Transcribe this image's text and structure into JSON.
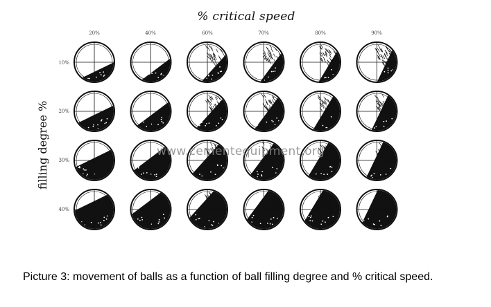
{
  "figure": {
    "top_title": "% critical speed",
    "side_title": "filling degree %",
    "columns": [
      "20%",
      "40%",
      "60%",
      "70%",
      "80%",
      "90%"
    ],
    "rows": [
      "10%",
      "20%",
      "30%",
      "40%"
    ],
    "watermark": "www.cementequipment.org",
    "matrix": [
      [
        {
          "fill": 0.1,
          "speed": 0.2
        },
        {
          "fill": 0.1,
          "speed": 0.4
        },
        {
          "fill": 0.1,
          "speed": 0.6
        },
        {
          "fill": 0.1,
          "speed": 0.7
        },
        {
          "fill": 0.1,
          "speed": 0.8
        },
        {
          "fill": 0.1,
          "speed": 0.9
        }
      ],
      [
        {
          "fill": 0.2,
          "speed": 0.2
        },
        {
          "fill": 0.2,
          "speed": 0.4
        },
        {
          "fill": 0.2,
          "speed": 0.6
        },
        {
          "fill": 0.2,
          "speed": 0.7
        },
        {
          "fill": 0.2,
          "speed": 0.8
        },
        {
          "fill": 0.2,
          "speed": 0.9
        }
      ],
      [
        {
          "fill": 0.3,
          "speed": 0.2
        },
        {
          "fill": 0.3,
          "speed": 0.4
        },
        {
          "fill": 0.3,
          "speed": 0.6
        },
        {
          "fill": 0.3,
          "speed": 0.7
        },
        {
          "fill": 0.3,
          "speed": 0.8
        },
        {
          "fill": 0.3,
          "speed": 0.9
        }
      ],
      [
        {
          "fill": 0.4,
          "speed": 0.2
        },
        {
          "fill": 0.4,
          "speed": 0.4
        },
        {
          "fill": 0.4,
          "speed": 0.6
        },
        {
          "fill": 0.4,
          "speed": 0.7
        },
        {
          "fill": 0.4,
          "speed": 0.8
        },
        {
          "fill": 0.4,
          "speed": 0.9
        }
      ]
    ]
  },
  "caption": "Picture 3: movement of balls as a function of ball filling degree and % critical speed.",
  "colors": {
    "ink": "#111111",
    "background": "#ffffff",
    "watermark": "#8a8a8a"
  }
}
